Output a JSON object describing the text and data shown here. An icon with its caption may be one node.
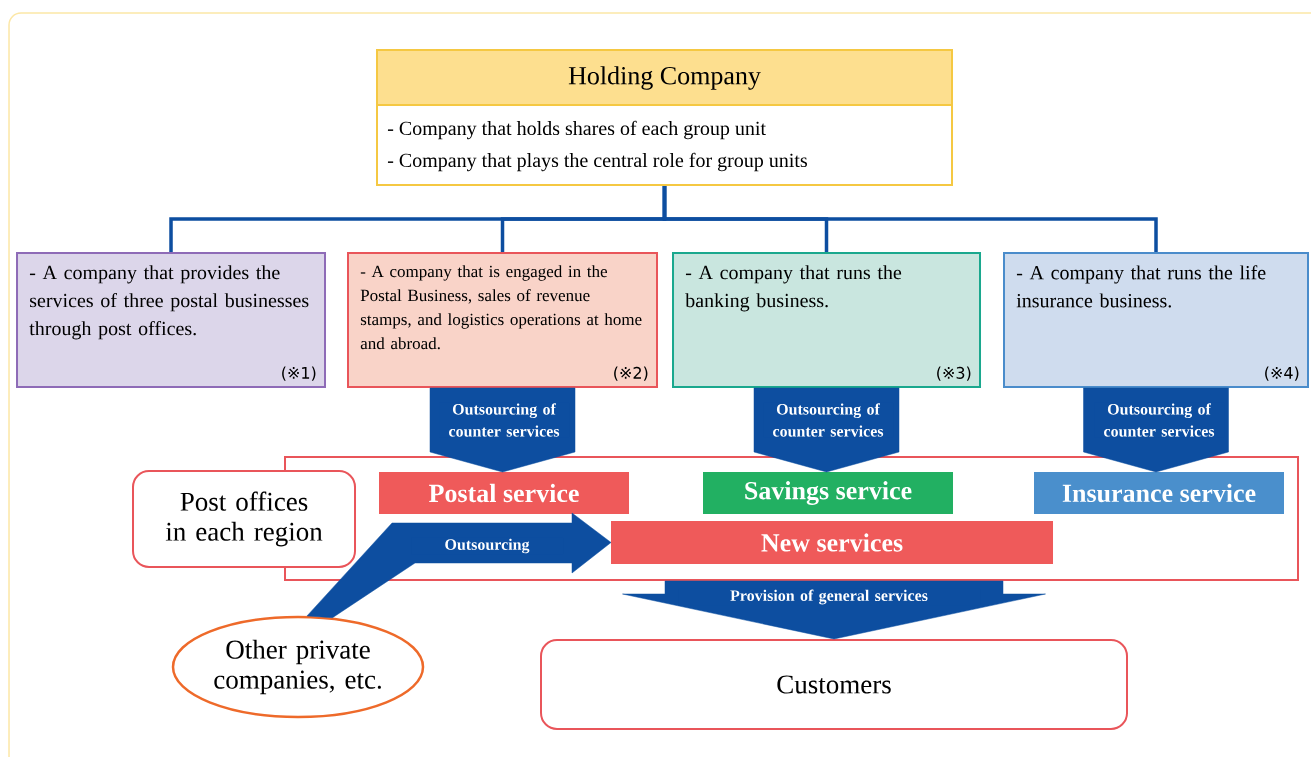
{
  "diagram": {
    "nodes": [
      {
        "text": [
          "Holding Company",
          "- Company that holds shares of each group unit",
          "- Company that plays the central role for group units"
        ]
      },
      {
        "text": [
          "- A company that provides the services of three postal businesses through post offices.",
          "(※1)"
        ]
      },
      {
        "text": [
          "- A company that is engaged in the Postal Business, sales of revenue stamps, and logistics operations at home and abroad.",
          "(※2)"
        ]
      },
      {
        "text": [
          "- A company that runs the banking business.",
          "(※3)"
        ]
      },
      {
        "text": [
          "- A company that runs the life insurance business.",
          "(※4)"
        ]
      },
      {
        "text": [],
        "shape": "box"
      },
      {
        "text": [
          "Post offices in each region"
        ]
      },
      {
        "text": [
          "Postal service"
        ],
        "in": 5
      },
      {
        "text": [
          "Savings service"
        ],
        "in": 5
      },
      {
        "text": [
          "Insurance service"
        ],
        "in": 5
      },
      {
        "text": [
          "New services"
        ],
        "in": 5
      },
      {
        "text": [
          "Other private companies, etc."
        ]
      },
      {
        "text": [
          "Customers"
        ]
      }
    ],
    "edges": [
      {
        "from": 0,
        "to": 1,
        "arrow": "none"
      },
      {
        "from": 0,
        "to": 2,
        "arrow": "none"
      },
      {
        "from": 0,
        "to": 3,
        "arrow": "none"
      },
      {
        "from": 0,
        "to": 4,
        "arrow": "none"
      },
      {
        "from": 2,
        "to": 7,
        "arrow": "to",
        "style": "thick",
        "label": "Outsourcing of counter services"
      },
      {
        "from": 3,
        "to": 8,
        "arrow": "to",
        "style": "thick",
        "label": "Outsourcing of counter services"
      },
      {
        "from": 4,
        "to": 9,
        "arrow": "to",
        "style": "thick",
        "label": "Outsourcing of counter services"
      },
      {
        "from": 11,
        "to": 10,
        "arrow": "to",
        "style": "thick",
        "label": "Outsourcing"
      },
      {
        "from": 5,
        "to": 12,
        "arrow": "to",
        "style": "thick",
        "label": "Provision of general services"
      }
    ]
  }
}
